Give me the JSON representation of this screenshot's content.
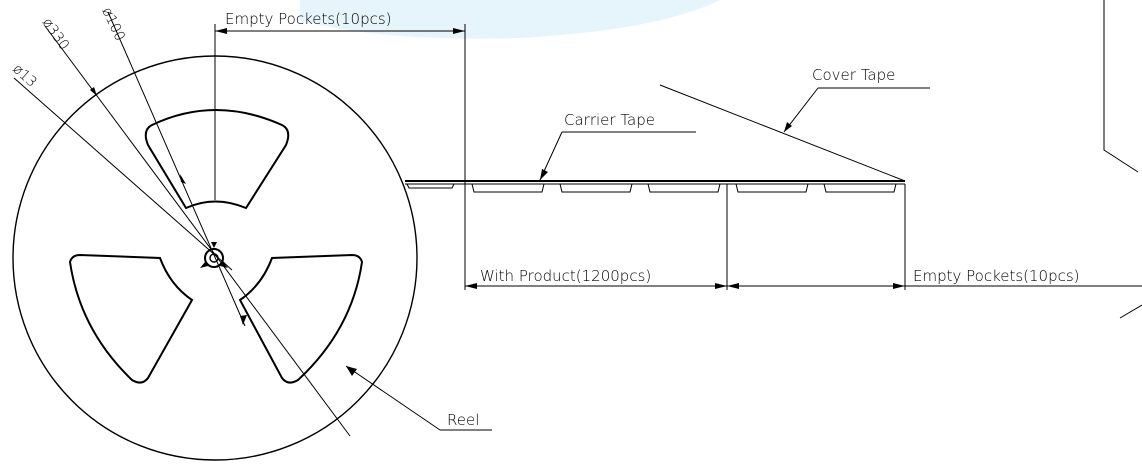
{
  "labels": {
    "empty_pockets_top": "Empty Pockets(10pcs)",
    "cover_tape": "Cover Tape",
    "carrier_tape": "Carrier Tape",
    "with_product": "With Product(1200pcs)",
    "empty_pockets_bottom": "Empty Pockets(10pcs)",
    "reel": "Reel",
    "dia_100": "ø100",
    "dia_330": "ø330",
    "dia_13": "ø13"
  },
  "colors": {
    "line": "#000000",
    "background": "#ffffff",
    "watermark": "#e6f4fb"
  }
}
